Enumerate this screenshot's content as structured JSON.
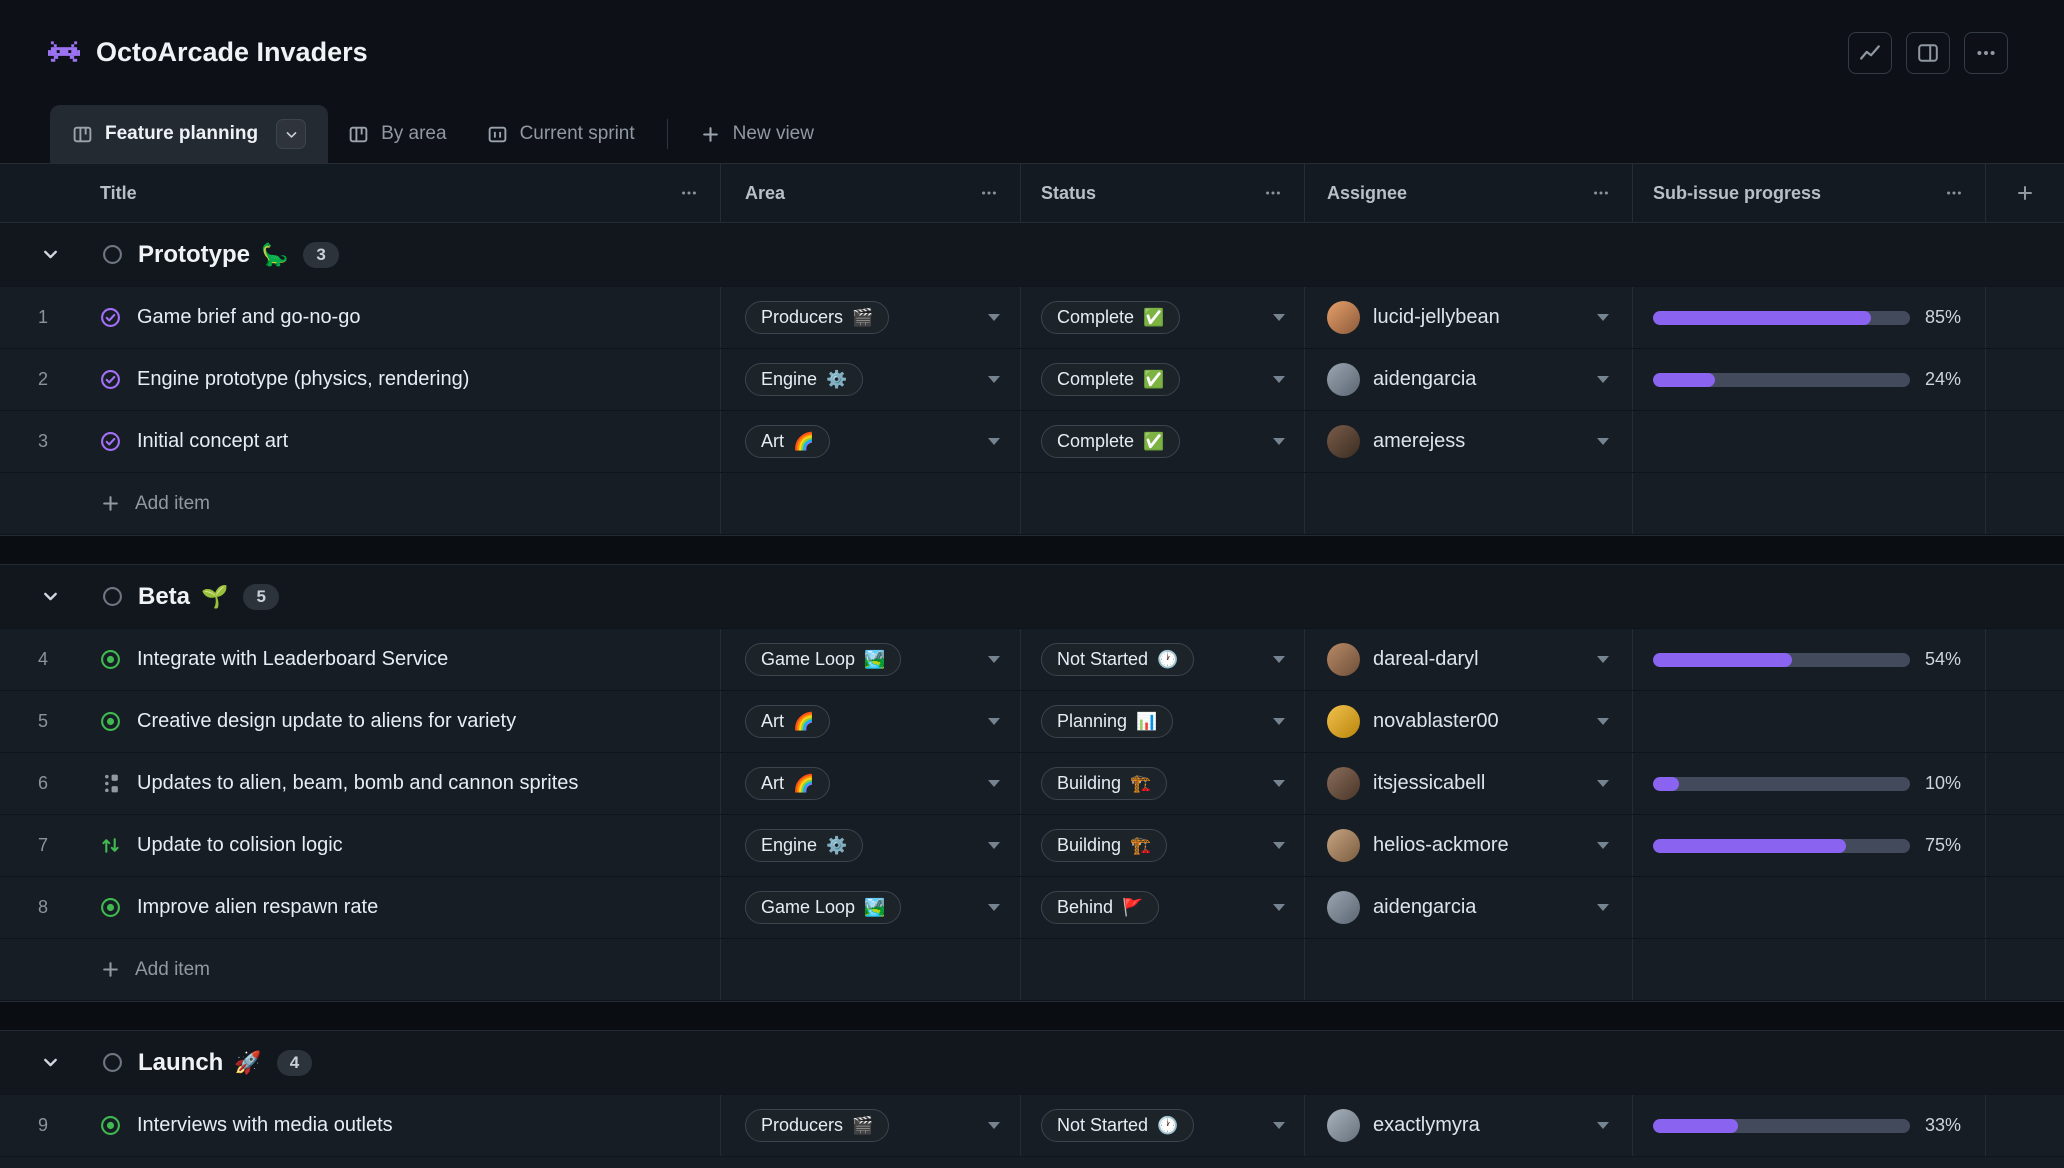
{
  "header": {
    "title": "OctoArcade Invaders",
    "icon": "invader-icon"
  },
  "toolbar": {
    "insights_icon": "line-chart-icon",
    "panel_icon": "side-panel-icon",
    "menu_icon": "kebab-icon"
  },
  "tabs": [
    {
      "label": "Feature planning",
      "active": true
    },
    {
      "label": "By area",
      "active": false
    },
    {
      "label": "Current sprint",
      "active": false
    }
  ],
  "new_view_label": "New view",
  "columns": {
    "title": "Title",
    "area": "Area",
    "status": "Status",
    "assignee": "Assignee",
    "progress": "Sub-issue progress"
  },
  "add_item_label": "Add item",
  "colors": {
    "progress_fill": "#8a63f0",
    "open_issue_green": "#3fb950",
    "closed_issue_purple": "#a371f7"
  },
  "groups": [
    {
      "name": "Prototype",
      "emoji": "🦕",
      "count": "3",
      "show_add": true,
      "partial_row": false,
      "rows": [
        {
          "num": "1",
          "icon": "closed",
          "title": "Game brief and go-no-go",
          "area": {
            "label": "Producers",
            "emoji": "🎬"
          },
          "status": {
            "label": "Complete",
            "emoji": "✅"
          },
          "assignee": {
            "login": "lucid-jellybean",
            "c1": "#e8a06a",
            "c2": "#8a5a3a"
          },
          "progress": {
            "pct": 85,
            "label": "85%"
          }
        },
        {
          "num": "2",
          "icon": "closed",
          "title": "Engine prototype (physics, rendering)",
          "area": {
            "label": "Engine",
            "emoji": "⚙️"
          },
          "status": {
            "label": "Complete",
            "emoji": "✅"
          },
          "assignee": {
            "login": "aidengarcia",
            "c1": "#9aa5b1",
            "c2": "#5b6672"
          },
          "progress": {
            "pct": 24,
            "label": "24%"
          }
        },
        {
          "num": "3",
          "icon": "closed",
          "title": "Initial concept art",
          "area": {
            "label": "Art",
            "emoji": "🌈"
          },
          "status": {
            "label": "Complete",
            "emoji": "✅"
          },
          "assignee": {
            "login": "amerejess",
            "c1": "#7a5c49",
            "c2": "#3a2d22"
          },
          "progress": null
        }
      ]
    },
    {
      "name": "Beta",
      "emoji": "🌱",
      "count": "5",
      "show_add": true,
      "partial_row": false,
      "rows": [
        {
          "num": "4",
          "icon": "open",
          "title": "Integrate with Leaderboard Service",
          "area": {
            "label": "Game Loop",
            "emoji": "🏞️"
          },
          "status": {
            "label": "Not Started",
            "emoji": "🕐"
          },
          "assignee": {
            "login": "dareal-daryl",
            "c1": "#b98a68",
            "c2": "#6e4f38"
          },
          "progress": {
            "pct": 54,
            "label": "54%"
          }
        },
        {
          "num": "5",
          "icon": "open",
          "title": "Creative design update to aliens for variety",
          "area": {
            "label": "Art",
            "emoji": "🌈"
          },
          "status": {
            "label": "Planning",
            "emoji": "📊"
          },
          "assignee": {
            "login": "novablaster00",
            "c1": "#f2c14e",
            "c2": "#b8860b"
          },
          "progress": null
        },
        {
          "num": "6",
          "icon": "subissue",
          "title": "Updates to alien, beam, bomb and cannon sprites",
          "area": {
            "label": "Art",
            "emoji": "🌈"
          },
          "status": {
            "label": "Building",
            "emoji": "🏗️"
          },
          "assignee": {
            "login": "itsjessicabell",
            "c1": "#8a6d5c",
            "c2": "#4a3628"
          },
          "progress": {
            "pct": 10,
            "label": "10%"
          }
        },
        {
          "num": "7",
          "icon": "tracks",
          "title": "Update to colision logic",
          "area": {
            "label": "Engine",
            "emoji": "⚙️"
          },
          "status": {
            "label": "Building",
            "emoji": "🏗️"
          },
          "assignee": {
            "login": "helios-ackmore",
            "c1": "#c7a583",
            "c2": "#7a5c3e"
          },
          "progress": {
            "pct": 75,
            "label": "75%"
          }
        },
        {
          "num": "8",
          "icon": "open",
          "title": "Improve alien respawn rate",
          "area": {
            "label": "Game Loop",
            "emoji": "🏞️"
          },
          "status": {
            "label": "Behind",
            "emoji": "🚩"
          },
          "assignee": {
            "login": "aidengarcia",
            "c1": "#9aa5b1",
            "c2": "#5b6672"
          },
          "progress": null
        }
      ]
    },
    {
      "name": "Launch",
      "emoji": "🚀",
      "count": "4",
      "show_add": false,
      "partial_row": true,
      "rows": [
        {
          "num": "9",
          "icon": "open",
          "title": "Interviews with media outlets",
          "area": {
            "label": "Producers",
            "emoji": "🎬"
          },
          "status": {
            "label": "Not Started",
            "emoji": "🕐"
          },
          "assignee": {
            "login": "exactlymyra",
            "c1": "#aab4bf",
            "c2": "#66707b"
          },
          "progress": {
            "pct": 33,
            "label": "33%"
          }
        }
      ]
    }
  ]
}
